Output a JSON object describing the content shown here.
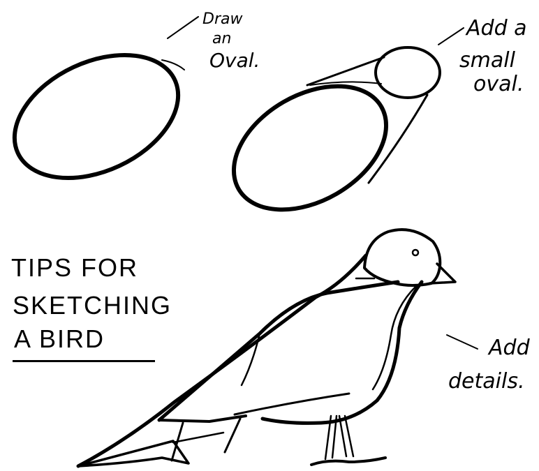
{
  "steps": {
    "step1": {
      "lines": [
        "Draw",
        "an",
        "Oval."
      ]
    },
    "step2": {
      "lines": [
        "Add a",
        "small",
        "oval."
      ]
    },
    "step3": {
      "lines": [
        "Add",
        "details."
      ]
    }
  },
  "title": {
    "lines": [
      "TIPS FOR",
      "SKETCHING",
      "A BIRD"
    ]
  },
  "colors": {
    "ink": "#000000",
    "paper": "#ffffff"
  }
}
